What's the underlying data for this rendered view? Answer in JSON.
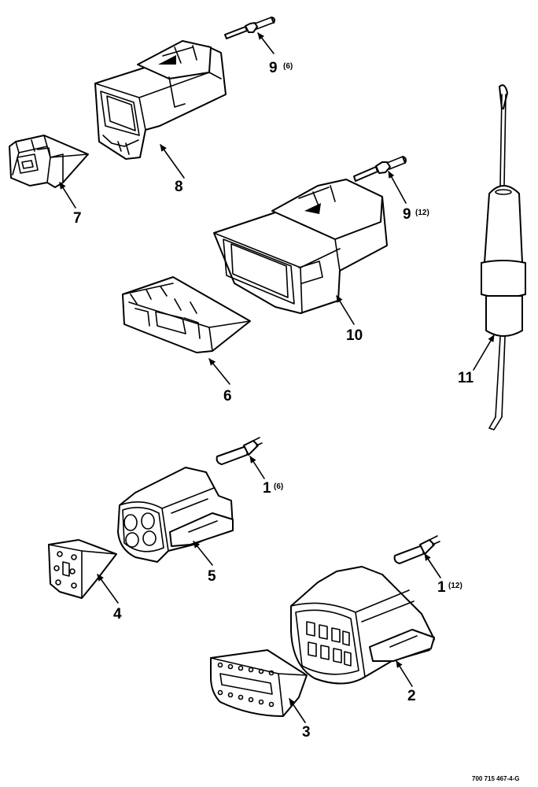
{
  "figure_id": "700 715 467-4-G",
  "callouts": {
    "c1a": {
      "num": "1",
      "qty": "(6)"
    },
    "c1b": {
      "num": "1",
      "qty": "(12)"
    },
    "c2": {
      "num": "2"
    },
    "c3": {
      "num": "3"
    },
    "c4": {
      "num": "4"
    },
    "c5": {
      "num": "5"
    },
    "c6": {
      "num": "6"
    },
    "c7": {
      "num": "7"
    },
    "c8": {
      "num": "8"
    },
    "c9a": {
      "num": "9",
      "qty": "(6)"
    },
    "c9b": {
      "num": "9",
      "qty": "(12)"
    },
    "c10": {
      "num": "10"
    },
    "c11": {
      "num": "11"
    }
  }
}
